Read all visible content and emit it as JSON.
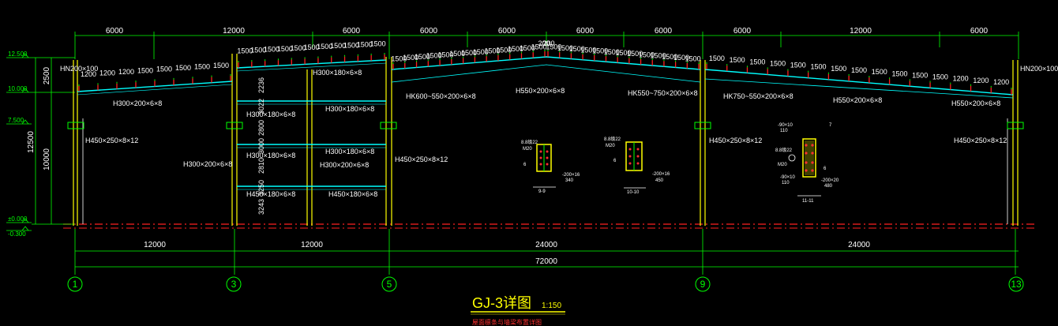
{
  "colors": {
    "background": "#000000",
    "dimension": "#00ff00",
    "column": "#ffff00",
    "rafter": "#00ffff",
    "purlin": "#ff0000",
    "text": "#ffffff",
    "title": "#ffff00",
    "grid_bubble": "#00ff00",
    "ground": "#ff0000",
    "brace": "#ffffff"
  },
  "top_dims": [
    "6000",
    "12000",
    "6000",
    "6000",
    "6000",
    "6000",
    "6000",
    "6000",
    "12000",
    "6000"
  ],
  "elevations": [
    "12.500",
    "10.000",
    "7.500",
    "±0.000",
    "-0.300"
  ],
  "left_dims": [
    "2500",
    "12500",
    "10000"
  ],
  "bottom_dims": [
    "12000",
    "12000",
    "24000",
    "24000"
  ],
  "total_dim": "72000",
  "axes": [
    "1",
    "3",
    "5",
    "9",
    "13"
  ],
  "purlin_spacings": {
    "left_bay": [
      "1200",
      "1200",
      "1200",
      "1500",
      "1500",
      "1500",
      "1500",
      "1500"
    ],
    "upper_left": [
      "1500",
      "1500",
      "1500",
      "1500",
      "1500",
      "1500",
      "1500",
      "1500",
      "1500",
      "1500",
      "1500"
    ],
    "mid_left": [
      "1500",
      "1500",
      "1500",
      "1500",
      "1500",
      "1500",
      "1500",
      "1500",
      "1500",
      "1500",
      "1500",
      "1500",
      "1500"
    ],
    "ridge": [
      "200",
      "200"
    ],
    "mid_right": [
      "1500",
      "1500",
      "1500",
      "1500",
      "1500",
      "1500",
      "1500",
      "1500",
      "1500",
      "1500",
      "1500",
      "1500",
      "1500"
    ],
    "right_bay": [
      "1500",
      "1500",
      "1500",
      "1500",
      "1500",
      "1500",
      "1500",
      "1500",
      "1500",
      "1500",
      "1500",
      "1500",
      "1200",
      "1200",
      "1200"
    ]
  },
  "member_labels": {
    "hn_left": "HN200×100",
    "hn_right": "HN200×100",
    "r1": "H300×200×6×8",
    "r2": "H300×180×6×8",
    "r3": "HK600~550×200×6×8",
    "r4": "H550×200×6×8",
    "r5": "HK550~750×200×6×8",
    "r6": "HK750~550×200×6×8",
    "r7": "H550×200×6×8",
    "r8": "H550×200×6×8",
    "b1": "H300×180×6×8",
    "b2": "H300×180×6×8",
    "b3": "H300×180×6×8",
    "b4": "H300×180×6×8",
    "b5": "H300×200×6×8",
    "b6": "H300×200×6×8",
    "b7": "H450×180×6×8",
    "b8": "H450×180×6×8",
    "c1": "H450×250×8×12",
    "c2": "H450×250×8×12",
    "c3": "H450×250×8×12",
    "c4": "H450×250×8×12"
  },
  "story_dims": [
    "2236",
    "3022",
    "2800",
    "3000",
    "2810",
    "3250",
    "3243"
  ],
  "sections": {
    "s9": {
      "label": "9-9",
      "n1": "8.8级22",
      "n2": "M20",
      "n3": "6",
      "n4": "-200×16",
      "n5": "340"
    },
    "s10": {
      "label": "10-10",
      "n1": "8.8级22",
      "n2": "M20",
      "n3": "6",
      "n4": "-200×16",
      "n5": "450"
    },
    "s11": {
      "label": "11-11",
      "n1": "-90×10",
      "n2": "110",
      "n3": "8.8级22",
      "n4": "M20",
      "n5": "6",
      "n6": "-200×20",
      "n7": "480",
      "n8": "-90×10",
      "n9": "110",
      "n10": "7"
    }
  },
  "title": {
    "main": "GJ-3详图",
    "scale": "1:150",
    "sub": "屋面檩条与墙梁布置详图"
  }
}
